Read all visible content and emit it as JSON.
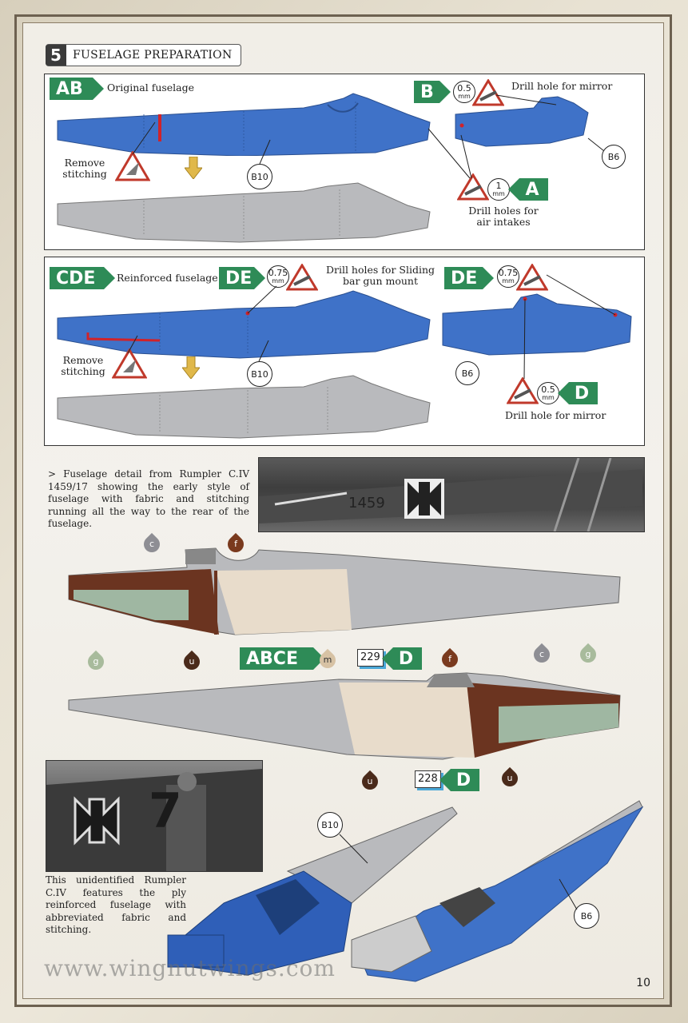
{
  "step": {
    "number": "5",
    "title": "FUSELAGE PREPARATION"
  },
  "panel1": {
    "tag_main": "AB",
    "main_caption": "Original fuselage",
    "remove_label": "Remove stitching",
    "part_b10": "B10",
    "tag_b": "B",
    "size_mirror": {
      "value": "0.5",
      "unit": "mm"
    },
    "mirror_label": "Drill hole for mirror",
    "part_b6": "B6",
    "size_intake": {
      "value": "1",
      "unit": "mm"
    },
    "tag_a": "A",
    "intake_label": "Drill holes for air intakes"
  },
  "panel2": {
    "tag_main": "CDE",
    "main_caption": "Reinforced fuselage",
    "tag_de1": "DE",
    "size_gun": {
      "value": "0.75",
      "unit": "mm"
    },
    "gun_label": "Drill holes for Sliding bar gun mount",
    "tag_de2": "DE",
    "size_gun2": {
      "value": "0.75",
      "unit": "mm"
    },
    "remove_label": "Remove stitching",
    "part_b10": "B10",
    "part_b6": "B6",
    "size_mirror": {
      "value": "0.5",
      "unit": "mm"
    },
    "tag_d": "D",
    "mirror_label": "Drill hole for mirror"
  },
  "photo1_caption": "> Fuselage detail from Rumpler C.IV 1459/17 showing the early style of fuselage with fabric and stitching running all the way to the rear of the fuselage.",
  "photo1_serial": "1459",
  "paint": {
    "top": {
      "c": "c",
      "f": "f",
      "g": "g",
      "u": "u"
    },
    "tag_abce": "ABCE",
    "m": "m",
    "ref229": "229",
    "tag_d1": "D",
    "bottom": {
      "f": "f",
      "c": "c",
      "g": "g",
      "u1": "u",
      "u2": "u"
    },
    "ref228": "228",
    "tag_d2": "D"
  },
  "photo2_caption": "This unidentified Rumpler C.IV features the ply reinforced fuselage with abbreviated fabric and stitching.",
  "photo2_number": "7",
  "assembly": {
    "b10": "B10",
    "b6": "B6"
  },
  "watermark": "www.wingnutwings.com",
  "page_number": "10",
  "colors": {
    "green_tag": "#2e8b57",
    "blue_part": "#3f72c8",
    "grey_part": "#b9babd",
    "brown": "#6b3420",
    "pale_green": "#9fb7a2",
    "linen": "#e8dccb"
  }
}
